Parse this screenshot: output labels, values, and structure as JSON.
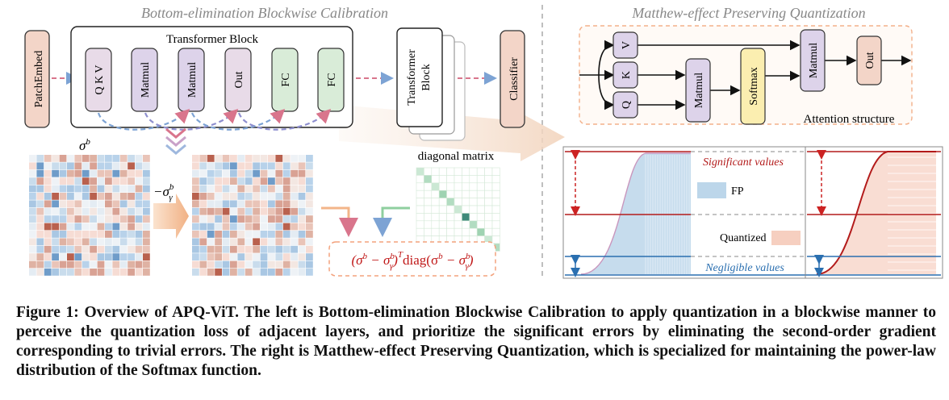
{
  "left_title": "Bottom-elimination Blockwise Calibration",
  "right_title": "Matthew-effect Preserving Quantization",
  "left": {
    "patch_embed": "PatchEmbed",
    "transformer_block_label": "Transformer Block",
    "block_ops": [
      "Q K V",
      "Matmul",
      "Matmul",
      "Out",
      "FC",
      "FC"
    ],
    "stack_label_1": "Transformer",
    "stack_label_2": "Block",
    "classifier": "Classifier",
    "sigma_label": "σ",
    "sigma_sup": "b",
    "minus_sigma_label": "−σ",
    "minus_sigma_sub": "γ",
    "minus_sigma_sup": "b",
    "diag_label": "diagonal matrix",
    "formula_parts": {
      "open": "(σ",
      "b1": "b",
      "minus": " − σ",
      "g1": "γ",
      "b2": "b",
      "close_T": ")",
      "T": "T",
      "diag": "diag(σ",
      "b3": "b",
      "minus2": " − σ",
      "g2": "γ",
      "b4": "b",
      "end": ")"
    }
  },
  "right": {
    "attention_ops": {
      "v": "V",
      "k": "K",
      "q": "Q",
      "matmul1": "Matmul",
      "softmax": "Softmax",
      "matmul2": "Matmul",
      "out": "Out"
    },
    "attention_structure": "Attention structure",
    "significant_values": "Significant values",
    "fp_legend": "FP",
    "quantized_legend": "Quantized",
    "negligible_values": "Negligible values"
  },
  "colors": {
    "peach": "#f3d5c8",
    "lavender": "#ddd3ea",
    "mint": "#d9ecd8",
    "yellow": "#fbeeb0",
    "red": "#b31b1b",
    "blue": "#2a6fb0",
    "fp_fill": "#bcd6ea",
    "quant_fill": "#f6cfc0"
  },
  "caption": {
    "label": "Figure 1:",
    "text": " Overview of APQ-ViT. The left is Bottom-elimination Blockwise Calibration to apply quantization in a blockwise manner to perceive the quantization loss of adjacent layers, and prioritize the significant errors by eliminating the second-order gradient corresponding to trivial errors. The right is Matthew-effect Preserving Quantization, which is specialized for maintaining the power-law distribution of the Softmax function."
  }
}
